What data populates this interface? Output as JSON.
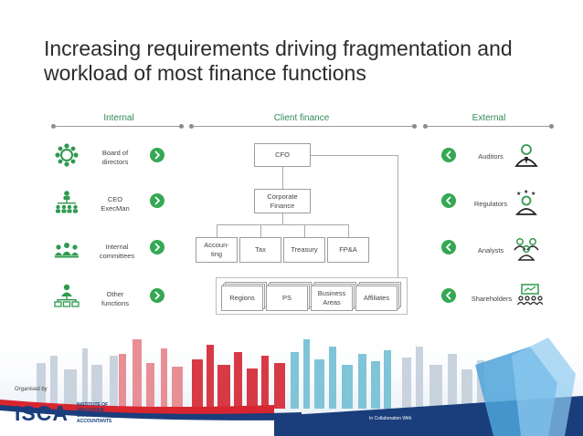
{
  "title": "Increasing requirements driving fragmentation and workload of most finance functions",
  "sections": {
    "internal": "Internal",
    "client": "Client finance",
    "external": "External"
  },
  "internal_items": [
    {
      "label": "Board of\ndirectors",
      "icon": "board-icon"
    },
    {
      "label": "CEO\nExecMan",
      "icon": "hierarchy-icon"
    },
    {
      "label": "Internal\ncommittees",
      "icon": "committee-icon"
    },
    {
      "label": "Other\nfunctions",
      "icon": "person-network-icon"
    }
  ],
  "external_items": [
    {
      "label": "Auditors",
      "icon": "auditor-icon"
    },
    {
      "label": "Regulators",
      "icon": "regulator-icon"
    },
    {
      "label": "Analysts",
      "icon": "analysts-icon"
    },
    {
      "label": "Shareholders",
      "icon": "shareholders-icon"
    }
  ],
  "org": {
    "cfo": "CFO",
    "corporate_finance": "Corporate\nFinance",
    "functions": [
      "Accoun-\nting",
      "Tax",
      "Treasury",
      "FP&A"
    ],
    "units": [
      "Regions",
      "PS",
      "Business\nAreas",
      "Affiliates"
    ]
  },
  "footer": {
    "organised_by": "Organised by",
    "logo": "ISCA",
    "logo_sub": "INSTITUTE OF\nSINGAPORE\nCHARTERED\nACCOUNTANTS",
    "collab": "In Collaboration With"
  },
  "colors": {
    "accent_green": "#34a853",
    "icon_green": "#2e9a4e",
    "logo_blue": "#1a3d7c",
    "logo_red": "#d7262f"
  }
}
